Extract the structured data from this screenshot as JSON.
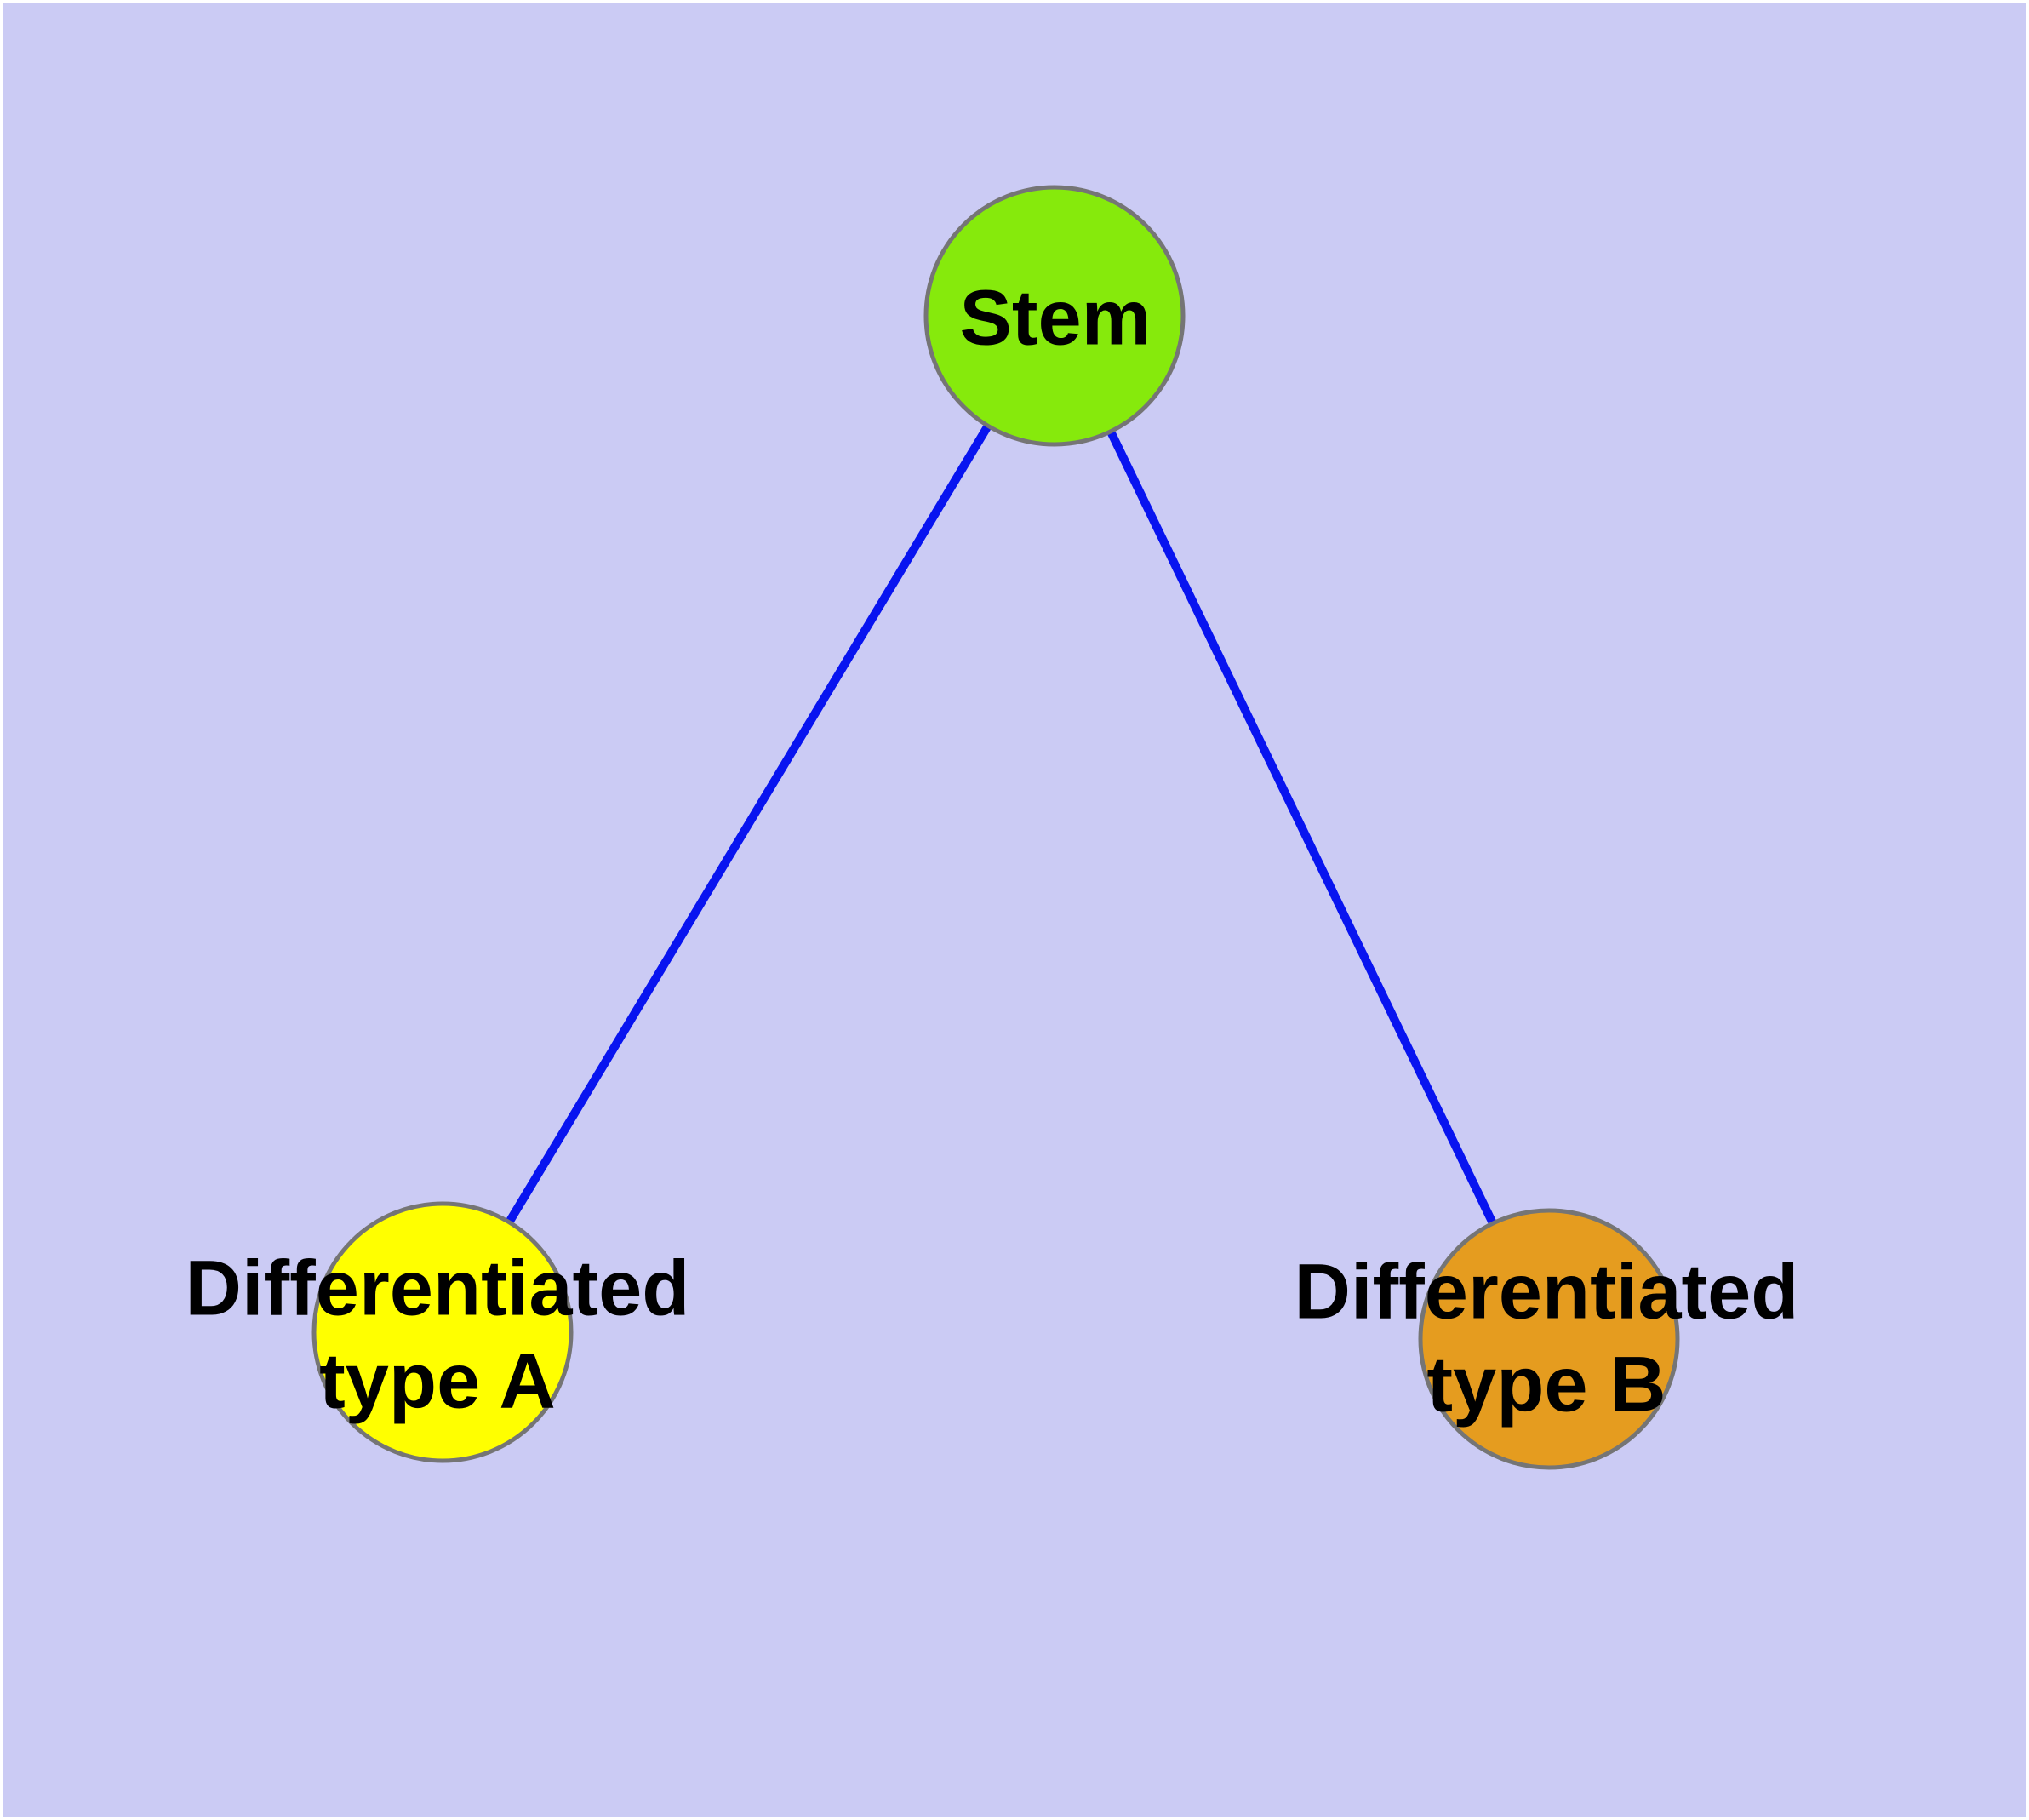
{
  "diagram": {
    "background_color": "#cbcbf4",
    "frame_color": "#ffffff",
    "edge_color": "#0814f0",
    "node_border_color": "#757575",
    "text_color": "#000000",
    "nodes": [
      {
        "id": "stem",
        "label": "Stem",
        "color": "#86ea0c"
      },
      {
        "id": "type-a",
        "label": "Differentiated\ntype A",
        "color": "#ffff00"
      },
      {
        "id": "type-b",
        "label": "Differentiated\ntype B",
        "color": "#e59c1f"
      }
    ],
    "edges": [
      {
        "from": "stem",
        "to": "type-a"
      },
      {
        "from": "stem",
        "to": "type-b"
      }
    ]
  }
}
